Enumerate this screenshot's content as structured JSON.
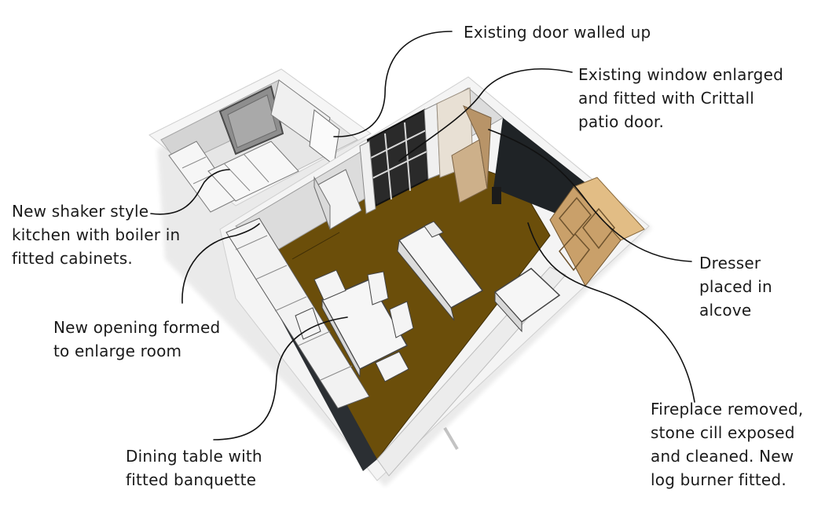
{
  "annotations": {
    "door_walled": {
      "lines": [
        "Existing door walled up"
      ]
    },
    "window_enlarged": {
      "lines": [
        "Existing window enlarged",
        "and fitted with Crittall",
        "patio door."
      ]
    },
    "shaker_kitchen": {
      "lines": [
        "New shaker style",
        "kitchen with boiler in",
        "fitted cabinets."
      ]
    },
    "new_opening": {
      "lines": [
        "New opening formed",
        "to enlarge room"
      ]
    },
    "dining_table": {
      "lines": [
        "Dining table with",
        "fitted banquette"
      ]
    },
    "dresser": {
      "lines": [
        "Dresser",
        "placed in",
        "alcove"
      ]
    },
    "fireplace": {
      "lines": [
        "Fireplace removed,",
        "stone cill exposed",
        "and cleaned. New",
        "log burner fitted."
      ]
    }
  },
  "colors": {
    "floor": "#6b4e0a",
    "wall_top": "#f4f4f4",
    "wall_side": "#d9d9d9",
    "dark_wall": "#1f2326",
    "furniture": "#f2f2f2",
    "furniture_edge": "#555555",
    "dresser": "#d9b27a",
    "leader_line": "#111111"
  }
}
